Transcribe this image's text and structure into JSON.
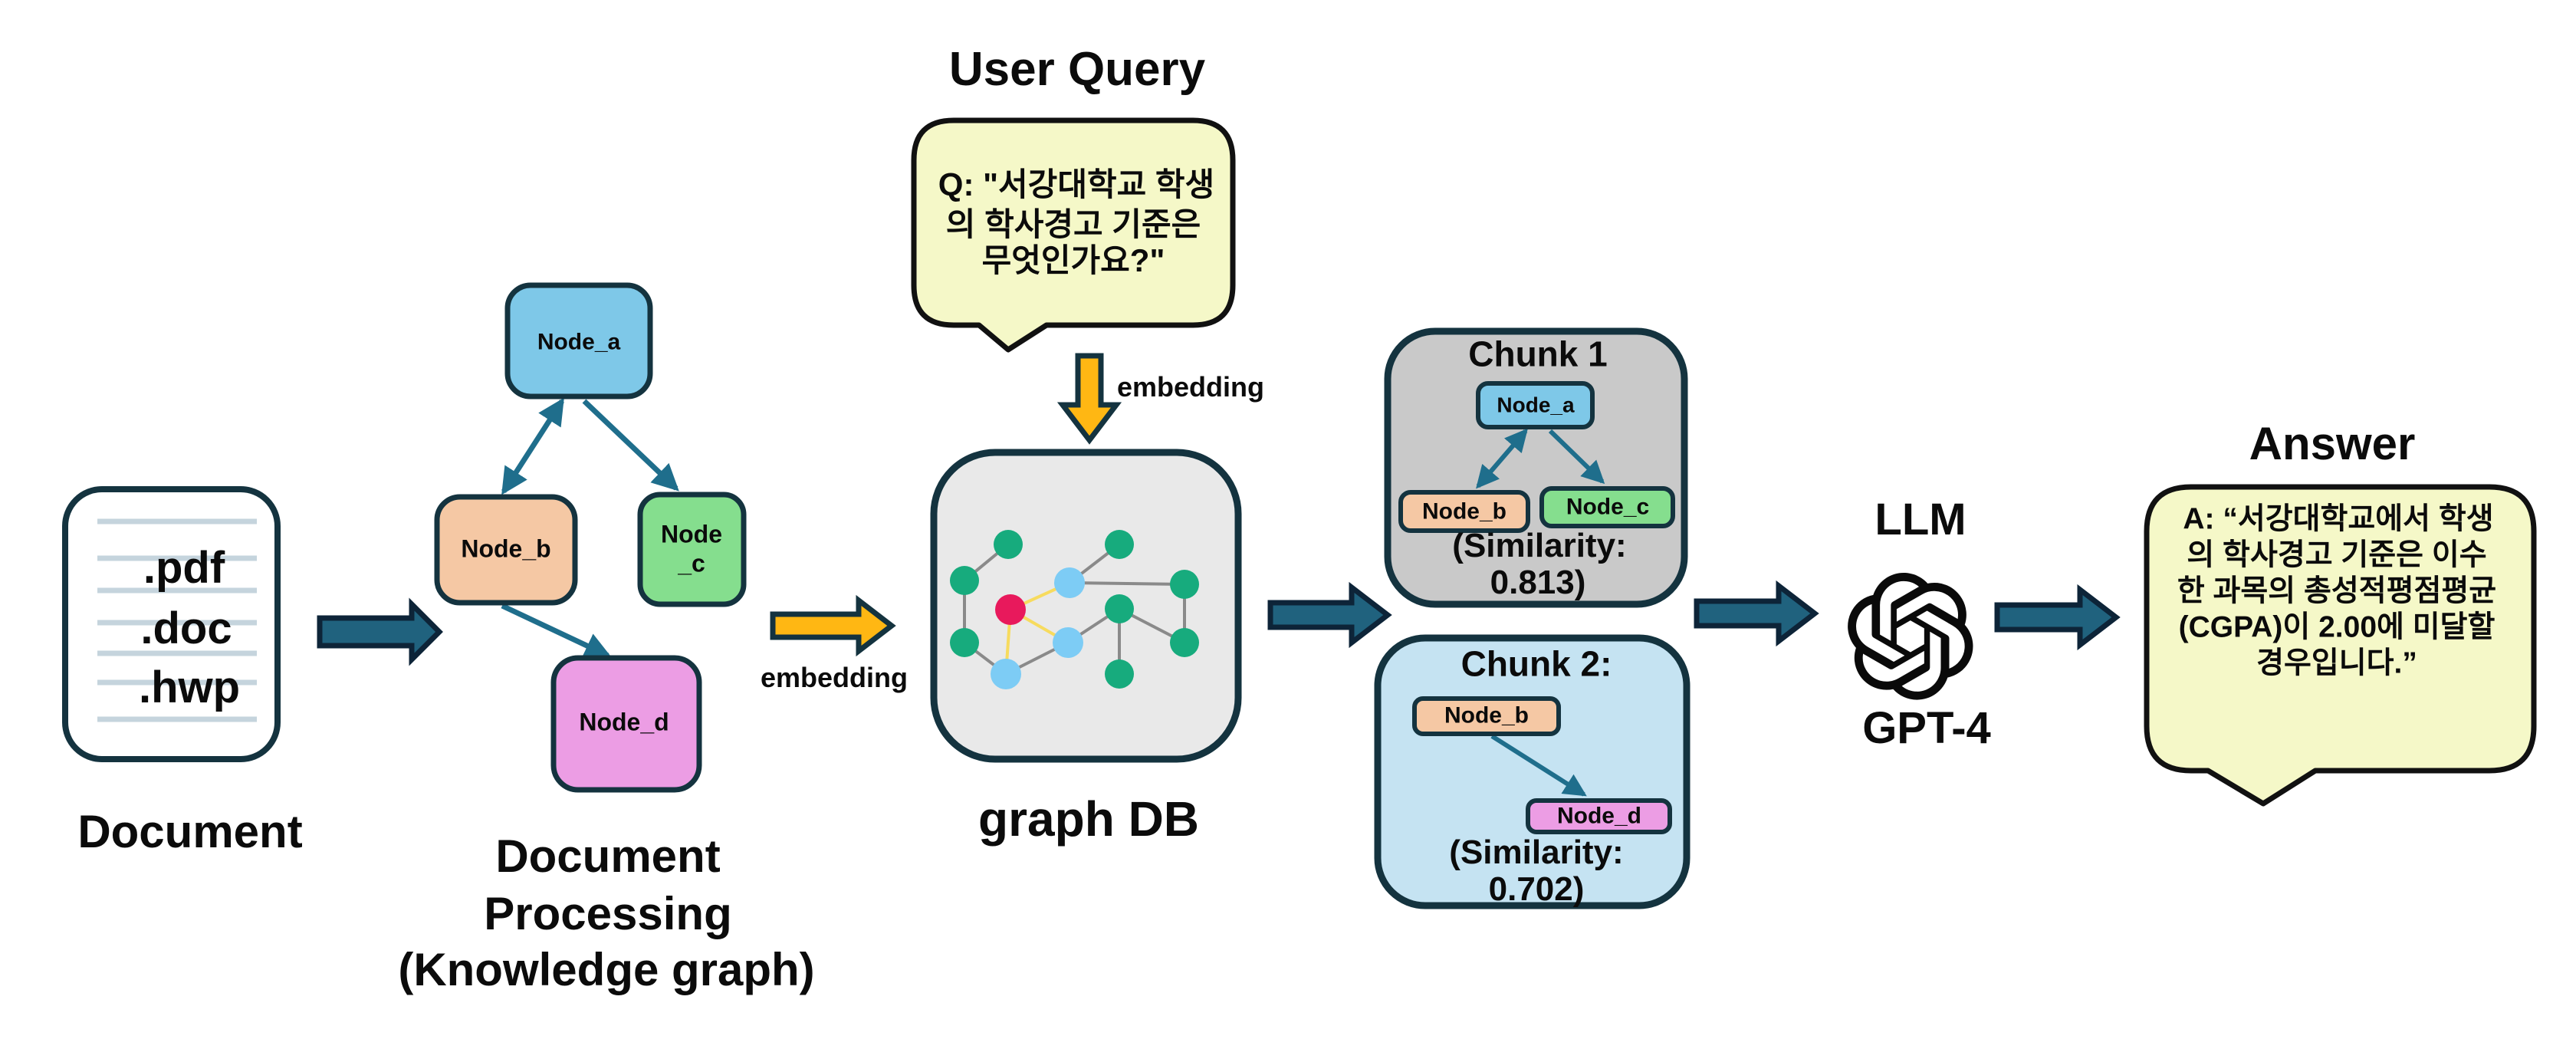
{
  "colors": {
    "border_dark": "#14333F",
    "arrow_teal": "#20627E",
    "arrow_gold": "#FFB713",
    "bubble_yellow": "#F5F8C8",
    "node_blue": "#7EC8E8",
    "node_peach": "#F5C8A4",
    "node_green": "#85DE8E",
    "node_violet": "#EC9DE4",
    "chunk1_gray": "#C9C9C9",
    "chunk2_blue": "#C5E3F2",
    "graphdb_gray": "#E9E9E9",
    "network_green": "#17AB7D",
    "network_blue": "#7DCCF5",
    "network_red": "#E8195C",
    "edge_gray": "#8A8A8A",
    "edge_yellow": "#F7DB5E",
    "graph_arrow_teal": "#1F6E8C"
  },
  "icons": {
    "document": "document-icon",
    "openai": "openai-logo-icon",
    "arrow_right": "arrow-right-icon",
    "arrow_down": "arrow-down-icon",
    "speech_bubble": "speech-bubble"
  },
  "stages": {
    "document": {
      "label": "Document",
      "file_types": [
        ".pdf",
        ".doc",
        ".hwp"
      ]
    },
    "processing": {
      "label_lines": [
        "Document",
        "Processing",
        "(Knowledge graph)"
      ],
      "nodes": {
        "a": "Node_a",
        "b": "Node_b",
        "c_line1": "Node",
        "c_line2": "_c",
        "d": "Node_d"
      }
    },
    "embedding_doc_label": "embedding",
    "user_query": {
      "title": "User Query",
      "lines": [
        "Q: \"서강대학교 학생",
        "의 학사경고 기준은",
        "무엇인가요?\""
      ]
    },
    "embedding_query_label": "embedding",
    "graph_db": {
      "label": "graph DB"
    },
    "chunk1": {
      "title": "Chunk 1",
      "node_a": "Node_a",
      "node_b": "Node_b",
      "node_c": "Node_c",
      "similarity_line1": "(Similarity:",
      "similarity_line2": "0.813)"
    },
    "chunk2": {
      "title": "Chunk 2:",
      "node_b": "Node_b",
      "node_d": "Node_d",
      "similarity_line1": "(Similarity:",
      "similarity_line2": "0.702)"
    },
    "llm": {
      "label": "LLM",
      "model": "GPT-4"
    },
    "answer": {
      "title": "Answer",
      "lines": [
        "A: “서강대학교에서 학생",
        "의 학사경고 기준은 이수",
        "한 과목의 총성적평점평균",
        "(CGPA)이 2.00에 미달할",
        "경우입니다.”"
      ]
    }
  }
}
